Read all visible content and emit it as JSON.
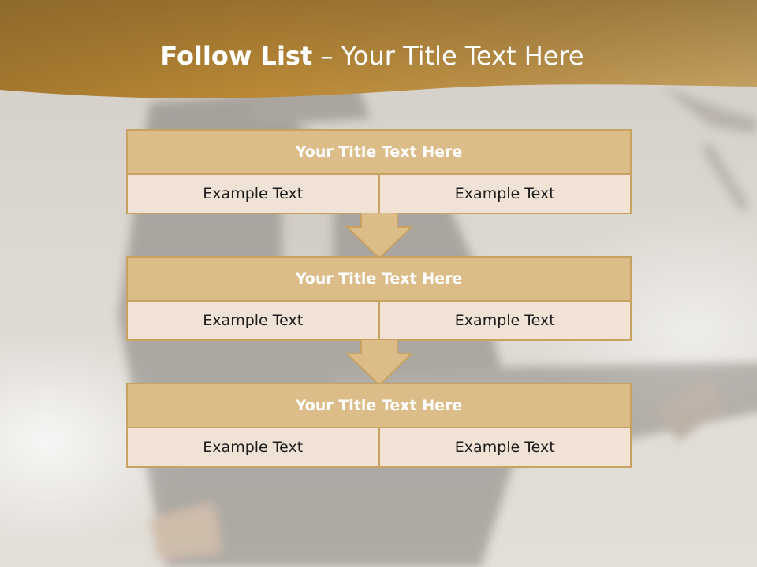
{
  "slide": {
    "title_bold": "Follow List",
    "title_rest": " – Your Title Text Here"
  },
  "steps": [
    {
      "title": "Your Title Text Here",
      "left": "Example Text",
      "right": "Example Text"
    },
    {
      "title": "Your Title Text Here",
      "left": "Example Text",
      "right": "Example Text"
    },
    {
      "title": "Your Title Text Here",
      "left": "Example Text",
      "right": "Example Text"
    }
  ],
  "colors": {
    "header_gold": "#b8873a",
    "box_title_fill": "#dcbd89",
    "box_cell_fill": "#f0e3d5",
    "box_border": "#c8a261"
  },
  "background_image": "guitarist-concert-photo"
}
